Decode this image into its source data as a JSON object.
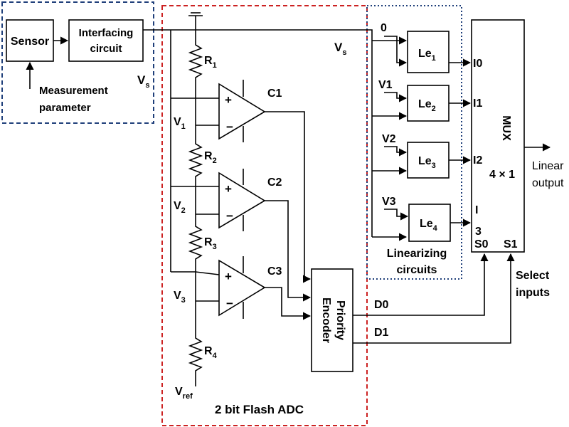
{
  "colors": {
    "sensor_box_border": "#1f3f7a",
    "adc_box_border": "#cc2222",
    "linearizer_box_border": "#1f3f7a"
  },
  "blocks": {
    "sensor": "Sensor",
    "interfacing_line1": "Interfacing",
    "interfacing_line2": "circuit",
    "measurement_line1": "Measurement",
    "measurement_line2": "parameter",
    "vs_left": "V",
    "vs_left_sub": "s",
    "vs_right": "V",
    "vs_right_sub": "s"
  },
  "adc": {
    "resistors": [
      {
        "label": "R",
        "sub": "1"
      },
      {
        "label": "R",
        "sub": "2"
      },
      {
        "label": "R",
        "sub": "3"
      },
      {
        "label": "R",
        "sub": "4"
      }
    ],
    "taps": [
      {
        "label": "V",
        "sub": "1"
      },
      {
        "label": "V",
        "sub": "2"
      },
      {
        "label": "V",
        "sub": "3"
      }
    ],
    "comparators": [
      "C1",
      "C2",
      "C3"
    ],
    "plus_sign": "+",
    "minus_sign": "−",
    "vref": "V",
    "vref_sub": "ref",
    "encoder_line1": "Priority",
    "encoder_line2": "Encoder",
    "caption": "2 bit Flash ADC"
  },
  "linearizers": {
    "inputs": [
      "0",
      "V1",
      "V2",
      "V3"
    ],
    "blocks": [
      {
        "label": "Le",
        "sub": "1"
      },
      {
        "label": "Le",
        "sub": "2"
      },
      {
        "label": "Le",
        "sub": "3"
      },
      {
        "label": "Le",
        "sub": "4"
      }
    ],
    "caption_line1": "Linearizing",
    "caption_line2": "circuits"
  },
  "mux": {
    "title": "MUX",
    "size": "4 × 1",
    "inputs": [
      "I0",
      "I1",
      "I2",
      "I"
    ],
    "input4_second_line": "3",
    "select0": "S0",
    "select1": "S1",
    "output_line1": "Linear",
    "output_line2": "output",
    "select_line1": "Select",
    "select_line2": "inputs"
  },
  "digital": {
    "d0": "D0",
    "d1": "D1"
  }
}
